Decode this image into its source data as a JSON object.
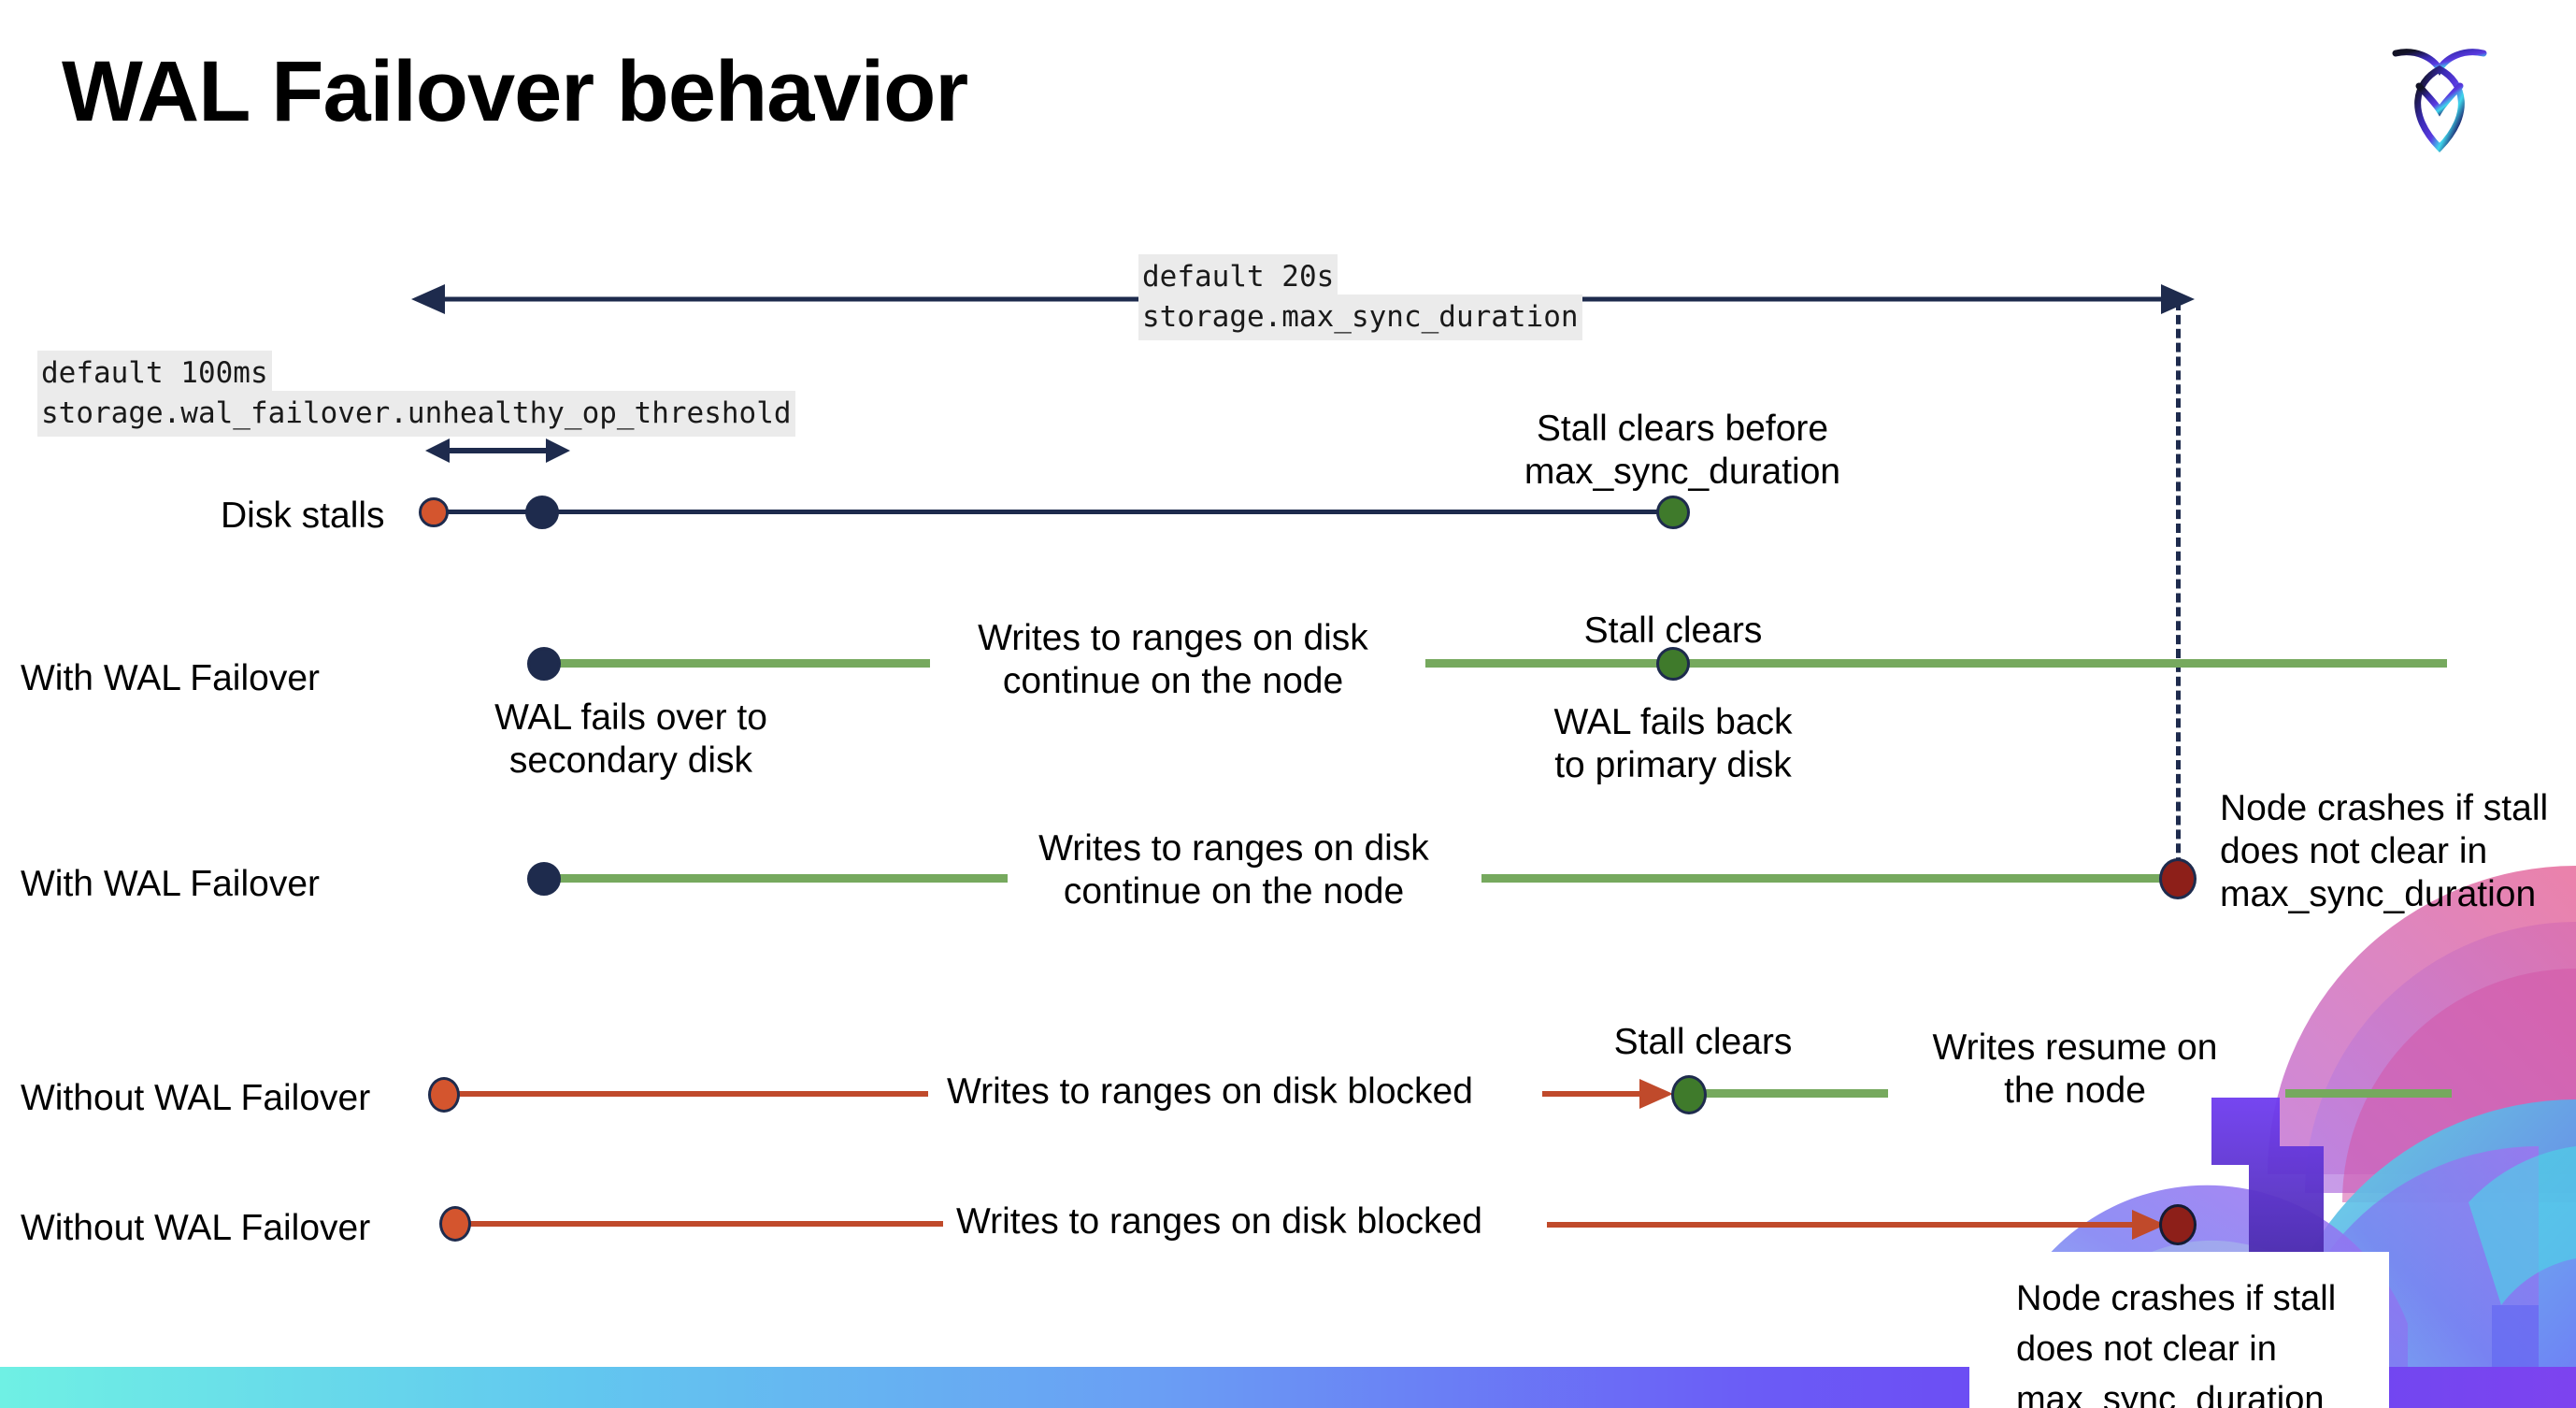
{
  "slide": {
    "title": "WAL Failover behavior",
    "logo_name": "cockroach-labs-logo"
  },
  "annotations": {
    "max_sync": {
      "default": "default 20s",
      "setting": "storage.max_sync_duration"
    },
    "unhealthy_threshold": {
      "default": "default 100ms",
      "setting": "storage.wal_failover.unhealthy_op_threshold"
    }
  },
  "rows": [
    {
      "id": "disk-stalls",
      "label": "Disk stalls",
      "note_above": "Stall clears before\nmax_sync_duration"
    },
    {
      "id": "with-wal-failover-clears",
      "label": "With WAL Failover",
      "note_mid": "Writes to ranges on disk\ncontinue on the node",
      "note_below_start": "WAL fails over to\nsecondary disk",
      "note_above_end": "Stall clears",
      "note_below_end": "WAL fails  back\nto primary disk"
    },
    {
      "id": "with-wal-failover-crash",
      "label": "With WAL Failover",
      "note_mid": "Writes to ranges on disk\ncontinue on the node",
      "note_end": "Node crashes if stall\ndoes not clear in\nmax_sync_duration"
    },
    {
      "id": "without-wal-failover-clears",
      "label": "Without WAL Failover",
      "note_mid": "Writes to ranges on disk  blocked",
      "note_above_end": "Stall clears",
      "note_after": "Writes resume on\nthe node"
    },
    {
      "id": "without-wal-failover-crash",
      "label": "Without WAL Failover",
      "note_mid": "Writes to ranges on disk  blocked",
      "note_end": "Node crashes if stall\ndoes not clear in\nmax_sync_duration"
    }
  ],
  "colors": {
    "navy": "#1e2b4d",
    "green_line": "#76a95e",
    "green_dot": "#3f7a2b",
    "orange_line": "#c04a2b",
    "orange_dot": "#d4552e",
    "dark_red_dot": "#8d1f19",
    "code_bg": "#ebebeb",
    "band_start": "#6ff0e4",
    "band_end": "#7b3ff0"
  }
}
